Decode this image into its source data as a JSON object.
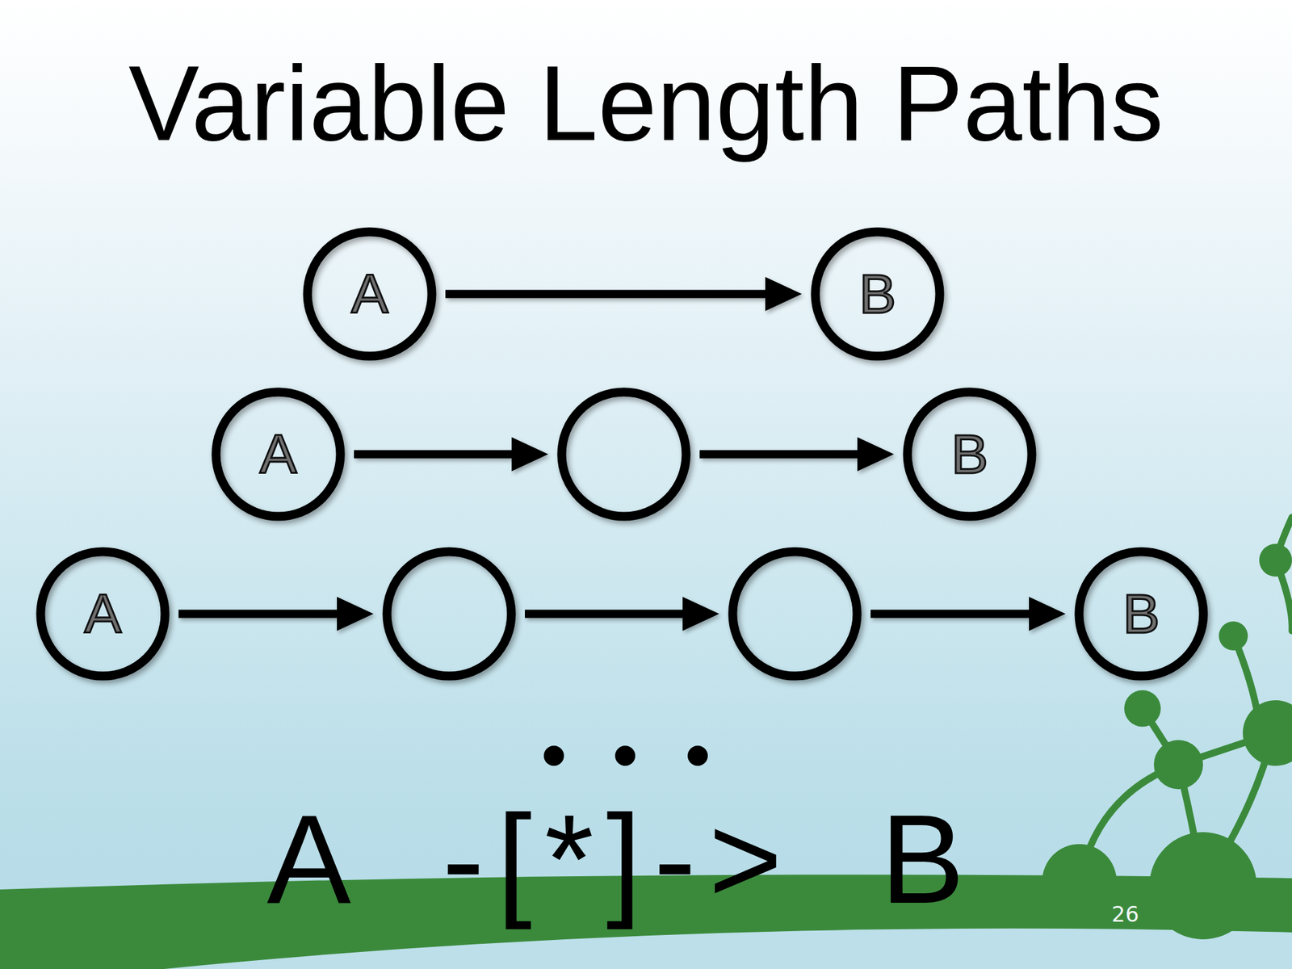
{
  "diagram": {
    "title": "Variable Length Paths",
    "nodes": [
      {
        "text": [
          "A"
        ]
      },
      {
        "text": [
          "B"
        ]
      },
      {
        "text": [
          "A"
        ]
      },
      {
        "text": []
      },
      {
        "text": [
          "B"
        ]
      },
      {
        "text": [
          "A"
        ]
      },
      {
        "text": []
      },
      {
        "text": []
      },
      {
        "text": [
          "B"
        ]
      }
    ],
    "edges": [
      {
        "from": 0,
        "to": 1,
        "arrow": "to"
      },
      {
        "from": 2,
        "to": 3,
        "arrow": "to"
      },
      {
        "from": 3,
        "to": 4,
        "arrow": "to"
      },
      {
        "from": 5,
        "to": 6,
        "arrow": "to"
      },
      {
        "from": 6,
        "to": 7,
        "arrow": "to"
      },
      {
        "from": 7,
        "to": 8,
        "arrow": "to"
      }
    ],
    "labels": [
      "A -[*]-> B",
      "26"
    ]
  }
}
